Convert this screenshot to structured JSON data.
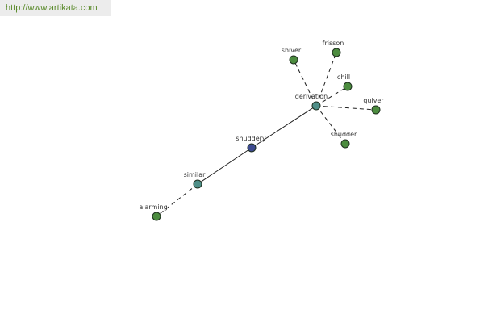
{
  "source": {
    "url": "http://www.artikata.com"
  },
  "colors": {
    "center": "#3d4a8f",
    "related": "#4f8f88",
    "leaf": "#4c8c3f",
    "link": "#5a8a2a"
  },
  "graph": {
    "center": "shuddery",
    "nodes": [
      {
        "id": "shuddery",
        "label": "shuddery",
        "kind": "center"
      },
      {
        "id": "derivation",
        "label": "derivation",
        "kind": "related"
      },
      {
        "id": "similar",
        "label": "similar",
        "kind": "related"
      },
      {
        "id": "alarming",
        "label": "alarming",
        "kind": "leaf"
      },
      {
        "id": "shiver",
        "label": "shiver",
        "kind": "leaf"
      },
      {
        "id": "frisson",
        "label": "frisson",
        "kind": "leaf"
      },
      {
        "id": "chill",
        "label": "chill",
        "kind": "leaf"
      },
      {
        "id": "quiver",
        "label": "quiver",
        "kind": "leaf"
      },
      {
        "id": "shudder",
        "label": "shudder",
        "kind": "leaf"
      }
    ],
    "edges": [
      {
        "from": "shuddery",
        "to": "derivation",
        "style": "solid"
      },
      {
        "from": "shuddery",
        "to": "similar",
        "style": "solid"
      },
      {
        "from": "similar",
        "to": "alarming",
        "style": "dashed"
      },
      {
        "from": "derivation",
        "to": "shiver",
        "style": "dashed"
      },
      {
        "from": "derivation",
        "to": "frisson",
        "style": "dashed"
      },
      {
        "from": "derivation",
        "to": "chill",
        "style": "dashed"
      },
      {
        "from": "derivation",
        "to": "quiver",
        "style": "dashed"
      },
      {
        "from": "derivation",
        "to": "shudder",
        "style": "dashed"
      }
    ]
  }
}
